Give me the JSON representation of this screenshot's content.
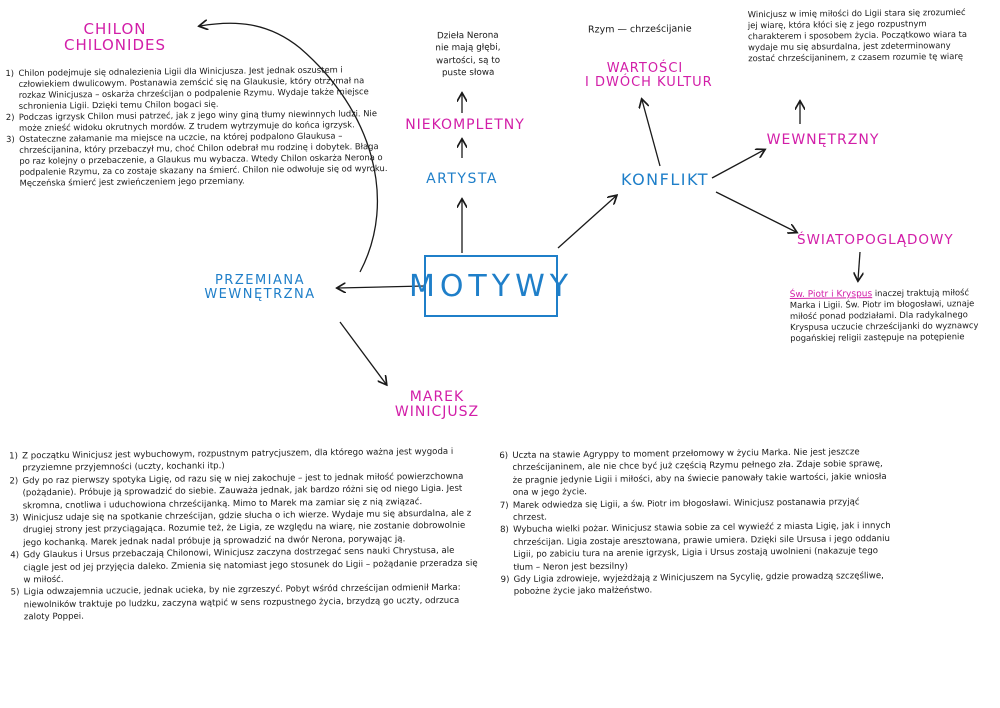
{
  "center": "MOTYWY",
  "colors": {
    "pink": "#d21ea8",
    "blue": "#1f7fc9",
    "ink": "#1a1a1a"
  },
  "labels": {
    "chilon": "CHILON\nCHILONIDES",
    "przemiana": "PRZEMIANA\nWEWNĘTRZNA",
    "artysta": "ARTYSTA",
    "niekompletny": "NIEKOMPLETNY",
    "konflikt": "KONFLIKT",
    "wartosci": "WARTOŚCI\nI DWÓCH KULTUR",
    "wewnetrzny": "WEWNĘTRZNY",
    "swiatopogladowy": "ŚWIATOPOGLĄDOWY",
    "marek": "MAREK\nWINICJUSZ"
  },
  "notes": {
    "rzym": "Rzym — chrześcijanie",
    "dziela": "Dzieła Nerona\nnie mają głębi,\nwartości, są to\npuste słowa",
    "wewnetrzny_note": "Winicjusz w imię miłości do Ligii stara się zrozumieć jej wiarę, która kłóci się z jego rozpustnym charakterem i sposobem życia. Początkowo wiara ta wydaje mu się absurdalna, jest zdeterminowany zostać chrześcijaninem, z czasem rozumie tę wiarę",
    "piotr_names": "Św. Piotr i Kryspus",
    "piotr_text": " inaczej traktują miłość Marka i Ligii. Św. Piotr im błogosławi, uznaje miłość ponad podziałami. Dla radykalnego Kryspusa uczucie chrześcijanki do wyznawcy pogańskiej religii zastępuje na potępienie"
  },
  "chilon_list": [
    {
      "n": "1)",
      "t": "Chilon podejmuje się odnalezienia Ligii dla Winicjusza. Jest jednak oszustem i człowiekiem dwulicowym. Postanawia zemścić się na Glaukusie, który otrzymał na rozkaz Winicjusza – oskarża chrześcijan o podpalenie Rzymu. Wydaje także miejsce schronienia Ligii. Dzięki temu Chilon bogaci się."
    },
    {
      "n": "2)",
      "t": "Podczas igrzysk Chilon musi patrzeć, jak z jego winy giną tłumy niewinnych ludzi. Nie może znieść widoku okrutnych mordów. Z trudem wytrzymuje do końca igrzysk."
    },
    {
      "n": "3)",
      "t": "Ostateczne załamanie ma miejsce na uczcie, na której podpalono Glaukusa – chrześcijanina, który przebaczył mu, choć Chilon odebrał mu rodzinę i dobytek. Błaga po raz kolejny o przebaczenie, a Glaukus mu wybacza. Wtedy Chilon oskarża Nerona o podpalenie Rzymu, za co zostaje skazany na śmierć. Chilon nie odwołuje się od wyroku. Męczeńska śmierć jest zwieńczeniem jego przemiany."
    }
  ],
  "marek_left": [
    {
      "n": "1)",
      "t": "Z początku Winicjusz jest wybuchowym, rozpustnym patrycjuszem, dla którego ważna jest wygoda i przyziemne przyjemności (uczty, kochanki itp.)"
    },
    {
      "n": "2)",
      "t": "Gdy po raz pierwszy spotyka Ligię, od razu się w niej zakochuje – jest to jednak miłość powierzchowna (pożądanie). Próbuje ją sprowadzić do siebie. Zauważa jednak, jak bardzo różni się od niego Ligia. Jest skromna, cnotliwa i uduchowiona chrześcijanką. Mimo to Marek ma zamiar się z nią związać."
    },
    {
      "n": "3)",
      "t": "Winicjusz udaje się na spotkanie chrześcijan, gdzie słucha o ich wierze. Wydaje mu się absurdalna, ale z drugiej strony jest przyciągająca. Rozumie też, że Ligia, ze względu na wiarę, nie zostanie dobrowolnie jego kochanką. Marek jednak nadal próbuje ją sprowadzić na dwór Nerona, porywając ją."
    },
    {
      "n": "4)",
      "t": "Gdy Glaukus i Ursus przebaczają Chilonowi, Winicjusz zaczyna dostrzegać sens nauki Chrystusa, ale ciągle jest od jej przyjęcia daleko. Zmienia się natomiast jego stosunek do Ligii – pożądanie przeradza się w miłość."
    },
    {
      "n": "5)",
      "t": "Ligia odwzajemnia uczucie, jednak ucieka, by nie zgrzeszyć. Pobyt wśród chrześcijan odmienił Marka: niewolników traktuje po ludzku, zaczyna wątpić w sens rozpustnego życia, brzydzą go uczty, odrzuca zaloty Poppei."
    }
  ],
  "marek_right": [
    {
      "n": "6)",
      "t": "Uczta na stawie Agryppy to moment przełomowy w życiu Marka. Nie jest jeszcze chrześcijaninem, ale nie chce być już częścią Rzymu pełnego zła. Zdaje sobie sprawę, że pragnie jedynie Ligii i miłości, aby na świecie panowały takie wartości, jakie wniosła ona w jego życie."
    },
    {
      "n": "7)",
      "t": "Marek odwiedza się Ligii, a św. Piotr im błogosławi. Winicjusz postanawia przyjąć chrzest."
    },
    {
      "n": "8)",
      "t": "Wybucha wielki pożar. Winicjusz stawia sobie za cel wywieźć z miasta Ligię, jak i innych chrześcijan. Ligia zostaje aresztowana, prawie umiera. Dzięki sile Ursusa i jego oddaniu Ligii, po zabiciu tura na arenie igrzysk, Ligia i Ursus zostają uwolnieni (nakazuje tego tłum – Neron jest bezsilny)"
    },
    {
      "n": "9)",
      "t": "Gdy Ligia zdrowieje, wyjeżdżają z Winicjuszem na Sycylię, gdzie prowadzą szczęśliwe, pobożne życie jako małżeństwo."
    }
  ]
}
